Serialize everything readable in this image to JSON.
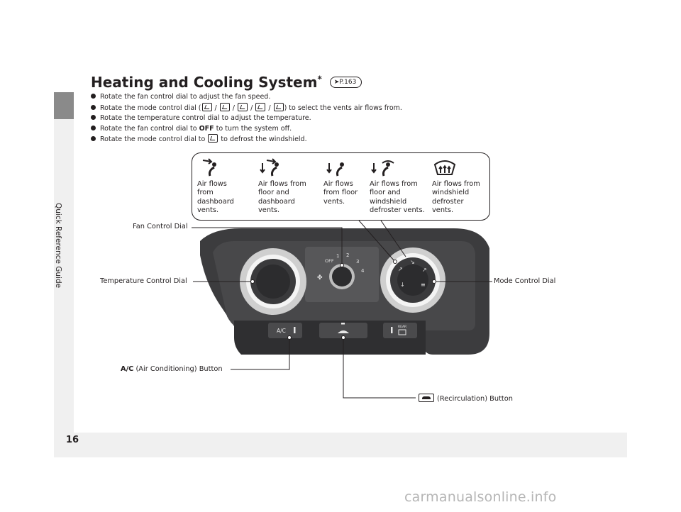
{
  "sidebar": {
    "label": "Quick Reference Guide"
  },
  "page_number": "16",
  "section": {
    "title": "Heating and Cooling System",
    "asterisk": "*",
    "ref": "P.163"
  },
  "bullets": {
    "b1": "Rotate the fan control dial to adjust the fan speed.",
    "b2_pre": "Rotate the mode control dial (",
    "b2_sep": "/",
    "b2_post": ") to select the vents air flows from.",
    "b3": "Rotate the temperature control dial to adjust the temperature.",
    "b4_pre": "Rotate the fan control dial to",
    "b4_bold": "OFF",
    "b4_post": "to turn the system off.",
    "b5_pre": "Rotate the mode control dial to",
    "b5_post": "to defrost the windshield."
  },
  "modes": [
    {
      "icon": "dashboard-vent-icon",
      "lines": [
        "Air flows",
        "from",
        "dashboard",
        "vents."
      ]
    },
    {
      "icon": "floor-dashboard-vent-icon",
      "lines": [
        "Air flows from",
        "floor and",
        "dashboard",
        "vents."
      ]
    },
    {
      "icon": "floor-vent-icon",
      "lines": [
        "Air flows",
        "from floor",
        "vents."
      ]
    },
    {
      "icon": "floor-defroster-vent-icon",
      "lines": [
        "Air flows from",
        "floor and",
        "windshield",
        "defroster vents."
      ]
    },
    {
      "icon": "defroster-vent-icon",
      "lines": [
        "Air flows from",
        "windshield",
        "defroster",
        "vents."
      ]
    }
  ],
  "labels": {
    "fan_dial": "Fan Control Dial",
    "temp_dial": "Temperature Control Dial",
    "mode_dial": "Mode Control Dial",
    "ac_bold": "A/C",
    "ac_rest": "(Air Conditioning) Button",
    "recirc": "(Recirculation) Button"
  },
  "panel": {
    "fan_off": "OFF",
    "fan_speeds": [
      "1",
      "2",
      "3",
      "4"
    ],
    "ac_button": "A/C",
    "rear_button": "REAR"
  },
  "watermark": "carmanualsonline.info",
  "colors": {
    "panel_dark": "#3c3c3e",
    "panel_mid": "#5a5a5c",
    "dial_ring": "#d8d8d8",
    "grey_bg": "#f0f0f0"
  }
}
